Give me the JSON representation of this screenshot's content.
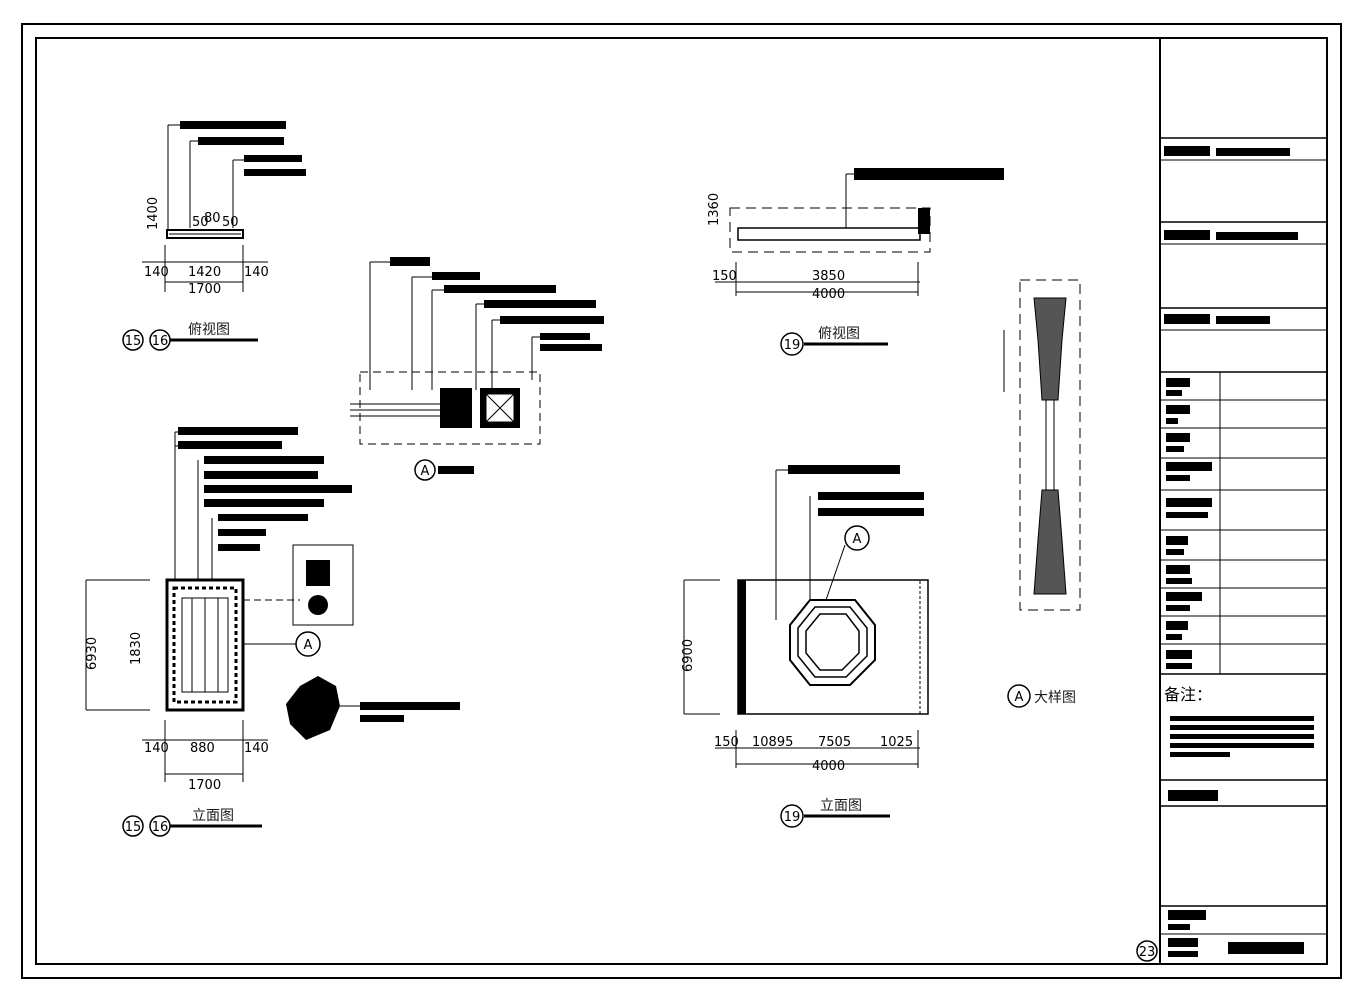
{
  "views": {
    "v1_title": "俯视图",
    "v1_ids": [
      "15",
      "16"
    ],
    "v1_dims": [
      "140",
      "1420",
      "140",
      "1700",
      "1400"
    ],
    "v2_title": "俯视图",
    "v2_id": "19",
    "v2_dims": [
      "150",
      "3850",
      "4000",
      "1360"
    ],
    "v3_title": "立面图",
    "v3_ids": [
      "15",
      "16"
    ],
    "v3_dims": [
      "140",
      "880",
      "140",
      "1700",
      "6930",
      "1830"
    ],
    "v4_title": "立面图",
    "v4_id": "19",
    "v4_dims": [
      "150",
      "10895",
      "7505",
      "1025",
      "4000",
      "6900"
    ],
    "section_a_label": "A",
    "detail_title": "大样图"
  },
  "title_block": {
    "notes_label": "备注：",
    "sheet_no": "23"
  }
}
